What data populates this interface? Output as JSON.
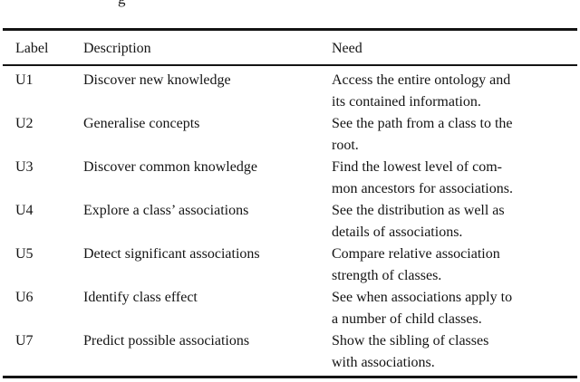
{
  "page": {
    "background": "#ffffff",
    "text_color": "#141414"
  },
  "caption_fragment": {
    "text": "g"
  },
  "table": {
    "columns": [
      "Label",
      "Description",
      "Need"
    ],
    "rows": [
      {
        "label": "U1",
        "description": "Discover new knowledge",
        "need_lines": [
          "Access the entire ontology and",
          "its contained information."
        ]
      },
      {
        "label": "U2",
        "description": "Generalise concepts",
        "need_lines": [
          "See the path from a class to the",
          "root."
        ]
      },
      {
        "label": "U3",
        "description": "Discover common knowledge",
        "need_lines": [
          "Find the lowest level of com-",
          "mon ancestors for associations."
        ]
      },
      {
        "label": "U4",
        "description": "Explore a class’ associations",
        "need_lines": [
          "See the distribution as well as",
          "details of associations."
        ]
      },
      {
        "label": "U5",
        "description": "Detect significant associations",
        "need_lines": [
          "Compare relative association",
          "strength of classes."
        ]
      },
      {
        "label": "U6",
        "description": "Identify class effect",
        "need_lines": [
          "See when associations apply to",
          "a number of child classes."
        ]
      },
      {
        "label": "U7",
        "description": "Predict possible associations",
        "need_lines": [
          "Show the sibling of classes",
          "with associations."
        ]
      }
    ]
  }
}
